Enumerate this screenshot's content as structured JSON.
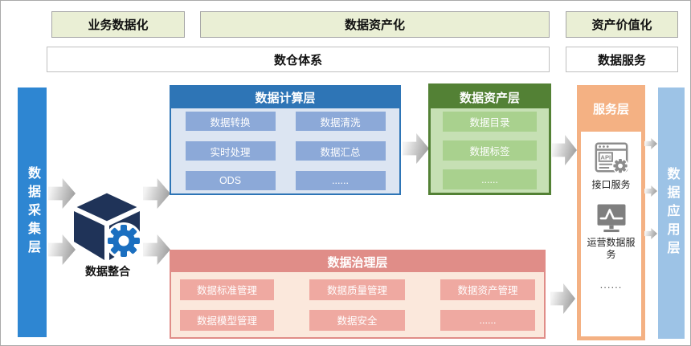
{
  "top_banners": {
    "business": "业务数据化",
    "asset": "数据资产化",
    "value": "资产价值化"
  },
  "second_row": {
    "warehouse": "数仓体系",
    "service": "数据服务"
  },
  "left_bar": {
    "label": "数据采集层"
  },
  "integration": {
    "label": "数据整合",
    "icon": "cube-gear-icon"
  },
  "compute_layer": {
    "title": "数据计算层",
    "items": [
      "数据转换",
      "数据清洗",
      "实时处理",
      "数据汇总",
      "ODS",
      "......"
    ]
  },
  "asset_layer": {
    "title": "数据资产层",
    "items": [
      "数据目录",
      "数据标签",
      "......"
    ]
  },
  "governance_layer": {
    "title": "数据治理层",
    "items": [
      "数据标准管理",
      "数据质量管理",
      "数据资产管理",
      "数据模型管理",
      "数据安全",
      "......"
    ]
  },
  "service_layer": {
    "title": "服务层",
    "items": [
      {
        "icon": "api-icon",
        "label": "接口服务"
      },
      {
        "icon": "chart-monitor-icon",
        "label": "运营数据服务"
      },
      {
        "icon": "",
        "label": "......"
      }
    ]
  },
  "right_bar": {
    "label": "数据应用层"
  },
  "colors": {
    "banner_fill": "#eaefd5",
    "banner_border": "#a6a6a6",
    "left_bar_blue": "#2e86d2",
    "right_bar_blue": "#9dc3e6",
    "compute_blue": "#2e75b6",
    "compute_cell": "#8ca9d8",
    "asset_green": "#538135",
    "asset_cell": "#a9d18e",
    "governance_salmon": "#e08d88",
    "governance_cell": "#efa9a1",
    "service_orange": "#f4b183",
    "cube_navy": "#1f3358",
    "gear_blue": "#1b6fc0",
    "icon_gray": "#8c8c8c"
  }
}
